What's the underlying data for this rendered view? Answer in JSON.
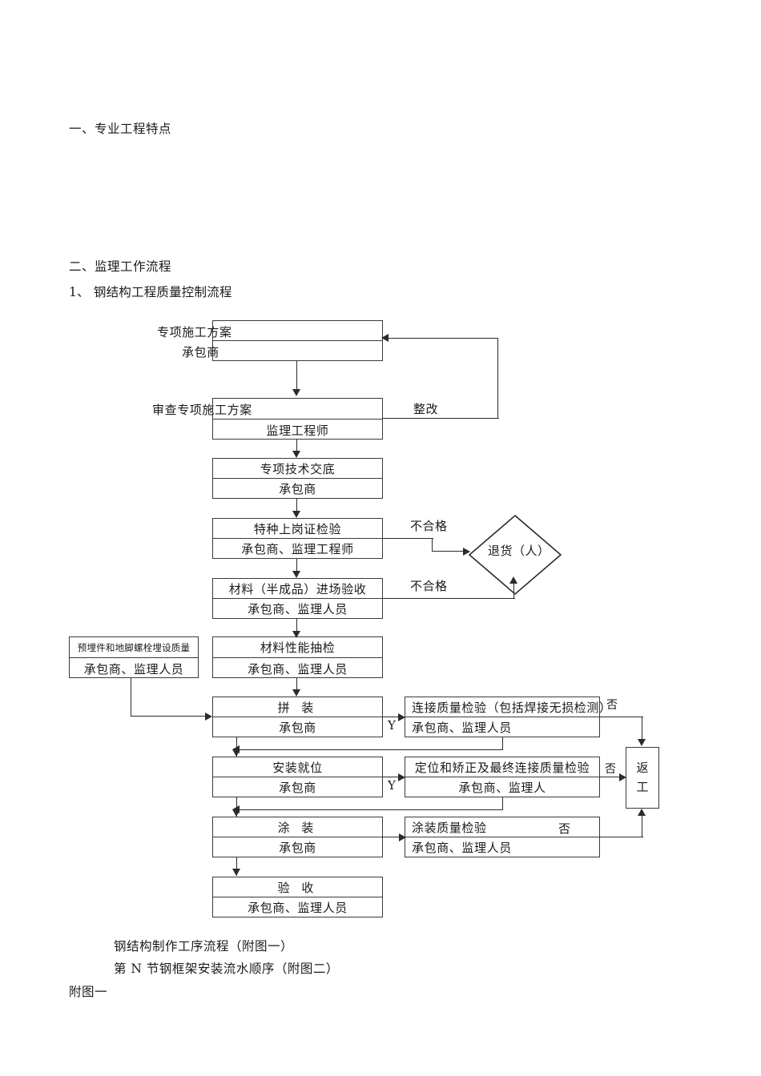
{
  "document": {
    "sections": [
      {
        "id": "sec1",
        "text": "一、专业工程特点"
      },
      {
        "id": "sec2",
        "text": "二、监理工作流程"
      },
      {
        "id": "sec3",
        "text": "1、 钢结构工程质量控制流程"
      }
    ],
    "footer_lines": [
      "钢结构制作工序流程（附图一）",
      "第 N 节钢框架安装流水顺序（附图二）",
      "附图一"
    ]
  },
  "flowchart": {
    "title": "钢结构工程质量控制流程",
    "nodes": [
      {
        "id": "n1",
        "title": "专项施工方案",
        "actor": "承包商",
        "overflow_left": true
      },
      {
        "id": "n2",
        "title": "审查专项施工方案",
        "actor": "监理工程师",
        "overflow_left": true
      },
      {
        "id": "n3",
        "title": "专项技术交底",
        "actor": "承包商"
      },
      {
        "id": "n4",
        "title": "特种上岗证检验",
        "actor": "承包商、监理工程师"
      },
      {
        "id": "n5",
        "title": "材料（半成品）进场验收",
        "actor": "承包商、监理人员"
      },
      {
        "id": "n6",
        "title": "材料性能抽检",
        "actor": "承包商、监理人员"
      },
      {
        "id": "n7",
        "title": "预埋件和地脚螺栓埋设质量",
        "actor": "承包商、监理人员"
      },
      {
        "id": "n8",
        "title": "拼 装",
        "actor": "承包商"
      },
      {
        "id": "n9",
        "title": "连接质量检验（包括焊接无损检测）",
        "actor": "承包商、监理人员"
      },
      {
        "id": "n10",
        "title": "安装就位",
        "actor": "承包商"
      },
      {
        "id": "n11",
        "title": "定位和矫正及最终连接质量检验",
        "actor": "承包商、监理人"
      },
      {
        "id": "n12",
        "title": "涂 装",
        "actor": "承包商"
      },
      {
        "id": "n13",
        "title": "涂装质量检验",
        "actor": "承包商、监理人员"
      },
      {
        "id": "n14",
        "title": "验 收",
        "actor": "承包商、监理人员"
      }
    ],
    "decision": {
      "id": "d1",
      "label": "退货（人）"
    },
    "rework": {
      "id": "r1",
      "line1": "返",
      "line2": "工"
    },
    "edge_labels": {
      "rectify": "整改",
      "fail_1": "不合格",
      "fail_2": "不合格",
      "yes_1": "Y",
      "yes_2": "Y",
      "no_1": "否",
      "no_2": "否",
      "no_3": "否"
    }
  },
  "colors": {
    "ink": "#1a1a1a",
    "line": "#2b2b2b",
    "border": "#3a3a3a",
    "background": "#ffffff"
  }
}
